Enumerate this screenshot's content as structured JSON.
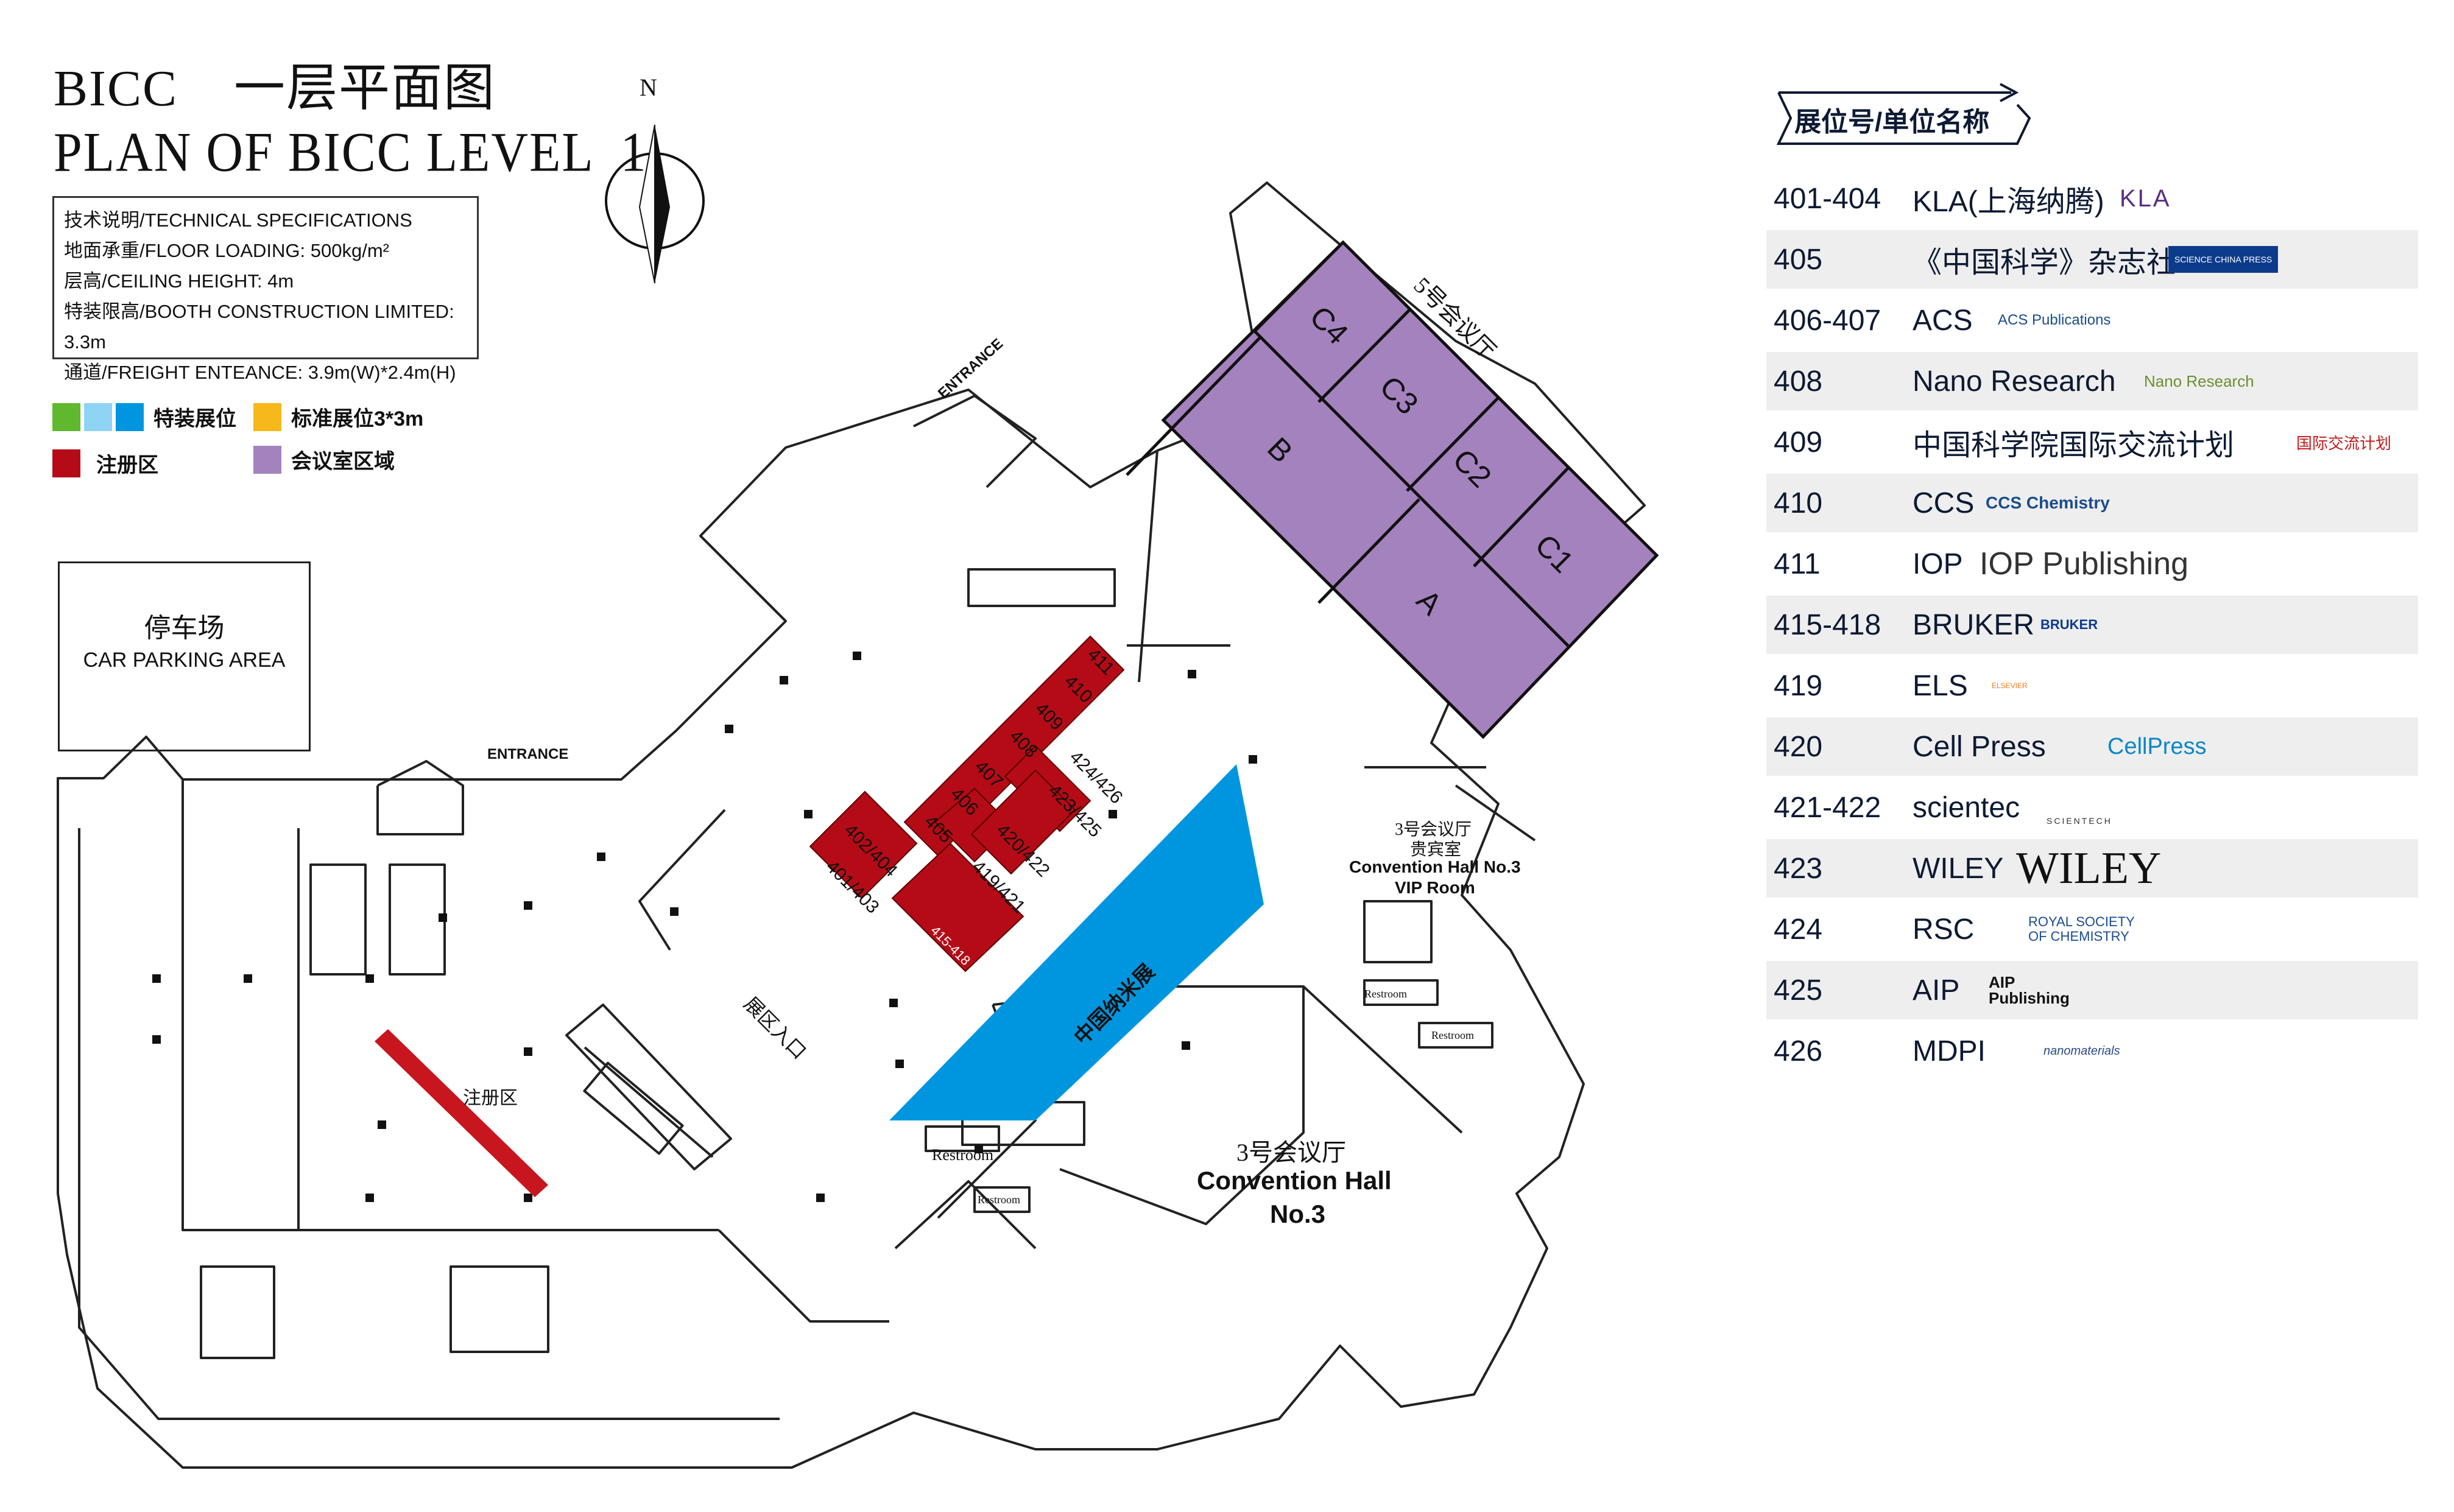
{
  "title": {
    "line1": "BICC    一层平面图",
    "line2": "PLAN OF BICC LEVEL  1"
  },
  "specs": [
    "技术说明/TECHNICAL SPECIFICATIONS",
    "地面承重/FLOOR LOADING: 500kg/m²",
    "层高/CEILING HEIGHT: 4m",
    "特装限高/BOOTH CONSTRUCTION LIMITED: 3.3m",
    "通道/FREIGHT ENTEANCE: 3.9m(W)*2.4m(H)"
  ],
  "legend": {
    "special": "特装展位",
    "standard": "标准展位3*3m",
    "registration": "注册区",
    "meeting": "会议室区域"
  },
  "colors": {
    "green": "#5fb82e",
    "light_blue": "#8fd3f5",
    "blue": "#0096df",
    "yellow": "#f6b81b",
    "red": "#b50b16",
    "purple": "#a482be",
    "navy": "#0d1a33"
  },
  "compass": {
    "label": "N",
    "icon": "north-arrow-icon"
  },
  "map_labels": {
    "parking_cn": "停车场",
    "parking_en": "CAR PARKING AREA",
    "entrance_left": "ENTRANCE",
    "entrance_top": "ENTRANCE",
    "registration_area": "注册区",
    "exhibit_entrance": "展区入口",
    "china_nano": "中国纳米展",
    "hall5": "5号会议厅",
    "hall3_vip_cn1": "3号会议厅",
    "hall3_vip_cn2": "贵宾室",
    "hall3_vip_en1": "Convention Hall No.3",
    "hall3_vip_en2": "VIP Room",
    "hall3_cn": "3号会议厅",
    "hall3_en1": "Convention Hall",
    "hall3_en2": "No.3",
    "restroom": "Restroom"
  },
  "meeting_rooms": [
    "C4",
    "C3",
    "C2",
    "C1",
    "B",
    "A"
  ],
  "booths": [
    "411",
    "410",
    "409",
    "408",
    "407",
    "406",
    "405",
    "402/404",
    "401/403",
    "420/422",
    "419/421",
    "424/426",
    "423/425",
    "415-418"
  ],
  "exhibitor_header": "展位号/单位名称",
  "exhibitors": [
    {
      "booth": "401-404",
      "name": "KLA(上海纳腾)",
      "logo": "KLA"
    },
    {
      "booth": "405",
      "name": "《中国科学》杂志社",
      "logo": "SCIENCE CHINA PRESS"
    },
    {
      "booth": "406-407",
      "name": "ACS",
      "logo": "ACS Publications"
    },
    {
      "booth": "408",
      "name": "Nano Research",
      "logo": "Nano Research"
    },
    {
      "booth": "409",
      "name": "中国科学院国际交流计划",
      "logo": "国际交流计划"
    },
    {
      "booth": "410",
      "name": "CCS",
      "logo": "CCS Chemistry"
    },
    {
      "booth": "411",
      "name": "IOP",
      "logo": "IOP Publishing"
    },
    {
      "booth": "415-418",
      "name": "BRUKER",
      "logo": "BRUKER"
    },
    {
      "booth": "419",
      "name": "ELS",
      "logo": "ELSEVIER"
    },
    {
      "booth": "420",
      "name": "Cell Press",
      "logo": "CellPress"
    },
    {
      "booth": "421-422",
      "name": "scientec",
      "logo": "SCIENTECH"
    },
    {
      "booth": "423",
      "name": "WILEY",
      "logo": "WILEY"
    },
    {
      "booth": "424",
      "name": "RSC",
      "logo": "ROYAL SOCIETY OF CHEMISTRY"
    },
    {
      "booth": "425",
      "name": "AIP",
      "logo": "AIP Publishing"
    },
    {
      "booth": "426",
      "name": "MDPI",
      "logo": "nanomaterials"
    }
  ]
}
